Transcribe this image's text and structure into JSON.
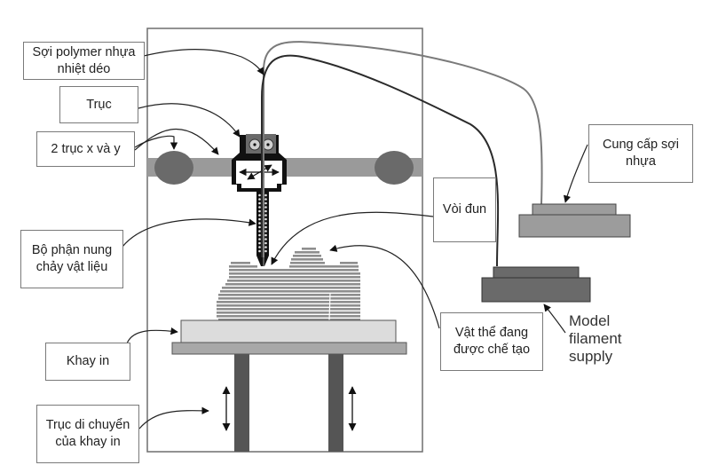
{
  "title": "Sơ đồ máy in 3D FDM",
  "labels": {
    "filament": "Sợi polymer nhựa\nnhiệt déo",
    "axle": "Trục",
    "xy_axes": "2 trục x và y",
    "melter": "Bộ phận nung\nchảy vật liệu",
    "build_tray": "Khay in",
    "tray_axis": "Trục di chuyển\ncủa khay in",
    "nozzle": "Vòi đun",
    "filament_supply": "Cung cấp sợi\nnhựa",
    "object": "Vật thể đang\nđược chế tạo",
    "model_supply": "Model\nfilament\nsupply"
  },
  "colors": {
    "frame": "#6e6e6e",
    "rail": "#9a9a9a",
    "roller": "#6a6a6a",
    "head": "#111111",
    "tray_top": "#dcdcdc",
    "tray_base": "#a8a8a8",
    "column": "#555555",
    "spool_light": "#9c9c9c",
    "spool_dark": "#6a6a6a",
    "object": "#8e8e8e",
    "filament_light": "#7a7a7a",
    "filament_dark": "#2a2a2a"
  }
}
